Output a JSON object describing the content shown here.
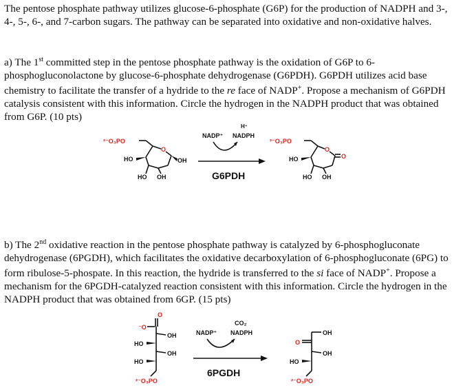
{
  "intro": "The pentose phosphate pathway utilizes glucose-6-phosphate (G6P) for the production of NADPH and 3-, 4-, 5-, 6-, and 7-carbon sugars. The pathway can be separated into oxidative and non-oxidative halves.",
  "part_a": {
    "prefix": "a) The 1",
    "sup": "st",
    "text1": " committed step in the pentose phosphate pathway is the oxidation of G6P to 6-phosphogluconolactone by glucose-6-phosphate dehydrogenase (G6PDH). G6PDH utilizes acid base chemistry to facilitate the transfer of a hydride to the ",
    "face": "re",
    "text2": " face of NADP",
    "plus": "+",
    "text3": ". Propose a mechanism of G6PDH catalysis consistent with this information. Circle the hydrogen in the NADPH product that was obtained from G6P. (10 pts)"
  },
  "scheme_a": {
    "phosphate": "²⁻O₃PO",
    "ring_o": "O",
    "oh": "OH",
    "ho_left": "HO",
    "ho_bottom": "HO",
    "oh_bottom": "OH",
    "carbonyl_o": "O",
    "cofactor_in": "NADP⁺",
    "cofactor_out": "NADPH",
    "proton": "H⁺",
    "enzyme": "G6PDH"
  },
  "part_b": {
    "prefix": "b) The 2",
    "sup": "nd",
    "text1": " oxidative reaction in the pentose phosphate pathway is catalyzed by 6-phosphogluconate dehydrogenase (6PGDH), which facilitates the oxidative decarboxylation of 6-phosphogluconate (6PG) to form ribulose-5-phospate. In this reaction, the hydride is transferred to the ",
    "face": "si",
    "text2": " face of NADP",
    "plus": "+",
    "text3": ". Propose a mechanism for the 6PGDH-catalyzed reaction consistent with this information. Circle the hydrogen in the NADPH product that was obtained from 6GP. (15 pts)"
  },
  "scheme_b": {
    "carboxylate_o_minus": "⁻O",
    "carboxylate_o": "O",
    "oh": "OH",
    "ho": "HO",
    "phosphate": "²⁻O₃PO",
    "ketone_o": "O",
    "cofactor_in": "NADP⁺",
    "cofactor_out": "NADPH",
    "co2": "CO₂",
    "enzyme": "6PGDH"
  }
}
